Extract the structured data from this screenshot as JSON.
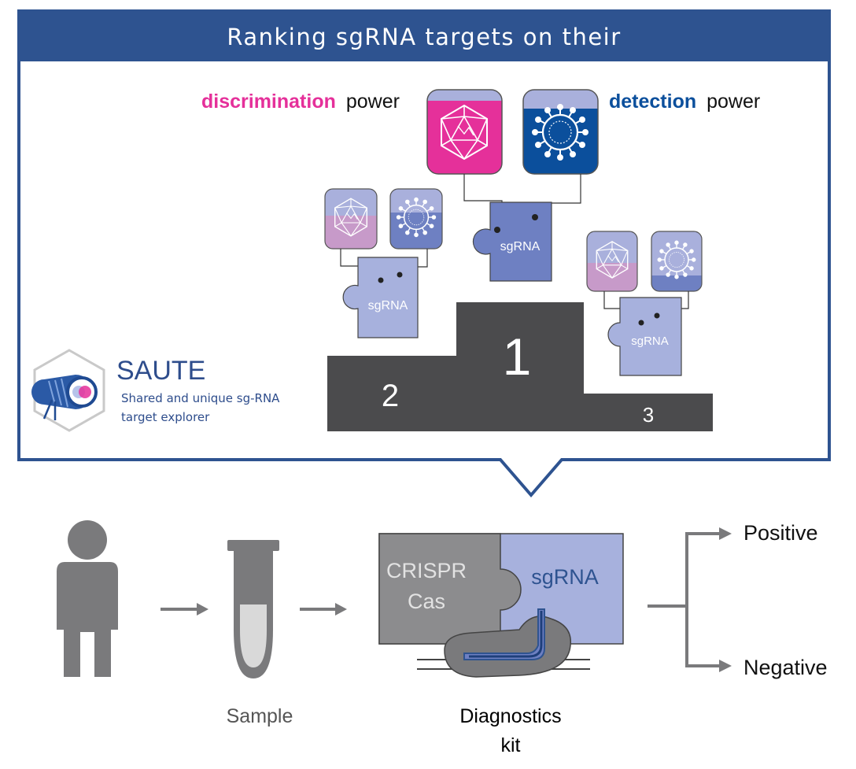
{
  "title": "Ranking sgRNA targets on their",
  "discrimination": {
    "keyword": "discrimination",
    "suffix": "power"
  },
  "detection": {
    "keyword": "detection",
    "suffix": "power"
  },
  "piece_label": "sgRNA",
  "podium": {
    "first": "1",
    "second": "2",
    "third": "3"
  },
  "saute": {
    "name": "SAUTE",
    "tagline_line1": "Shared and unique sg-RNA",
    "tagline_line2": "target explorer"
  },
  "workflow": {
    "sample_label": "Sample",
    "kit_line1": "Diagnostics",
    "kit_line2": "kit",
    "crispr_line1": "CRISPR",
    "crispr_line2": "Cas",
    "kit_sgrna": "sgRNA",
    "positive": "Positive",
    "negative": "Negative"
  },
  "colors": {
    "frame_blue": "#2e5390",
    "magenta": "#e5309a",
    "detection_blue": "#0b4f9c",
    "podium_gray": "#4b4b4d",
    "puzzle_lavender": "#a7b1dd",
    "puzzle_first": "#6e80c2",
    "workflow_gray": "#7a7a7c"
  },
  "icons": [
    "icosahedron-virus-icon",
    "coronavirus-icon",
    "person-icon",
    "sample-tube-icon",
    "arrow-right-icon",
    "saute-logo-icon"
  ]
}
